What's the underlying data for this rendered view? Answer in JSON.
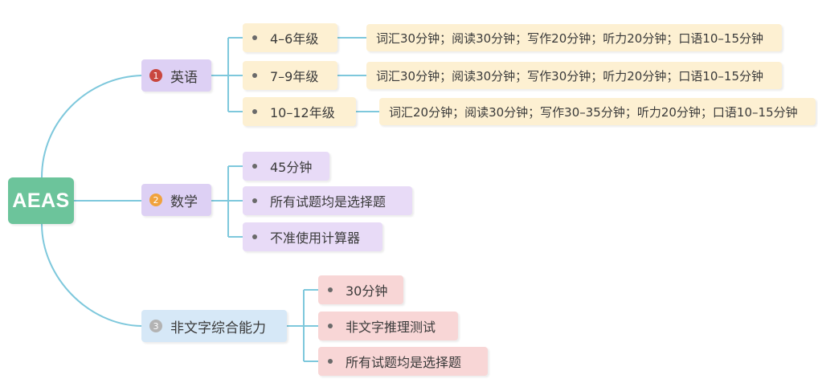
{
  "root": {
    "label": "AEAS"
  },
  "branches": [
    {
      "number": "1",
      "label": "英语",
      "badge_color": "#c9473f",
      "items": [
        {
          "label": "4–6年级",
          "detail": "词汇30分钟；阅读30分钟；写作20分钟；听力20分钟；口语10–15分钟"
        },
        {
          "label": "7–9年级",
          "detail": "词汇30分钟；阅读30分钟；写作30分钟；听力20分钟；口语10–15分钟"
        },
        {
          "label": "10–12年级",
          "detail": "词汇20分钟；阅读30分钟；写作30–35分钟；听力20分钟；口语10–15分钟"
        }
      ]
    },
    {
      "number": "2",
      "label": "数学",
      "badge_color": "#f0a23c",
      "items": [
        {
          "label": "45分钟"
        },
        {
          "label": "所有试题均是选择题"
        },
        {
          "label": "不准使用计算器"
        }
      ]
    },
    {
      "number": "3",
      "label": "非文字综合能力",
      "badge_color": "#b3b3b3",
      "items": [
        {
          "label": "30分钟"
        },
        {
          "label": "非文字推理测试"
        },
        {
          "label": "所有试题均是选择题"
        }
      ]
    }
  ],
  "colors": {
    "root": "#6cc49b",
    "connector": "#7ec8dc",
    "english": "#ddd0f4",
    "math": "#e8dbf7",
    "nonverbal": "#d6e8f7",
    "yellow_leaf": "#fdf0d2",
    "pink_leaf": "#f8d6d6"
  }
}
